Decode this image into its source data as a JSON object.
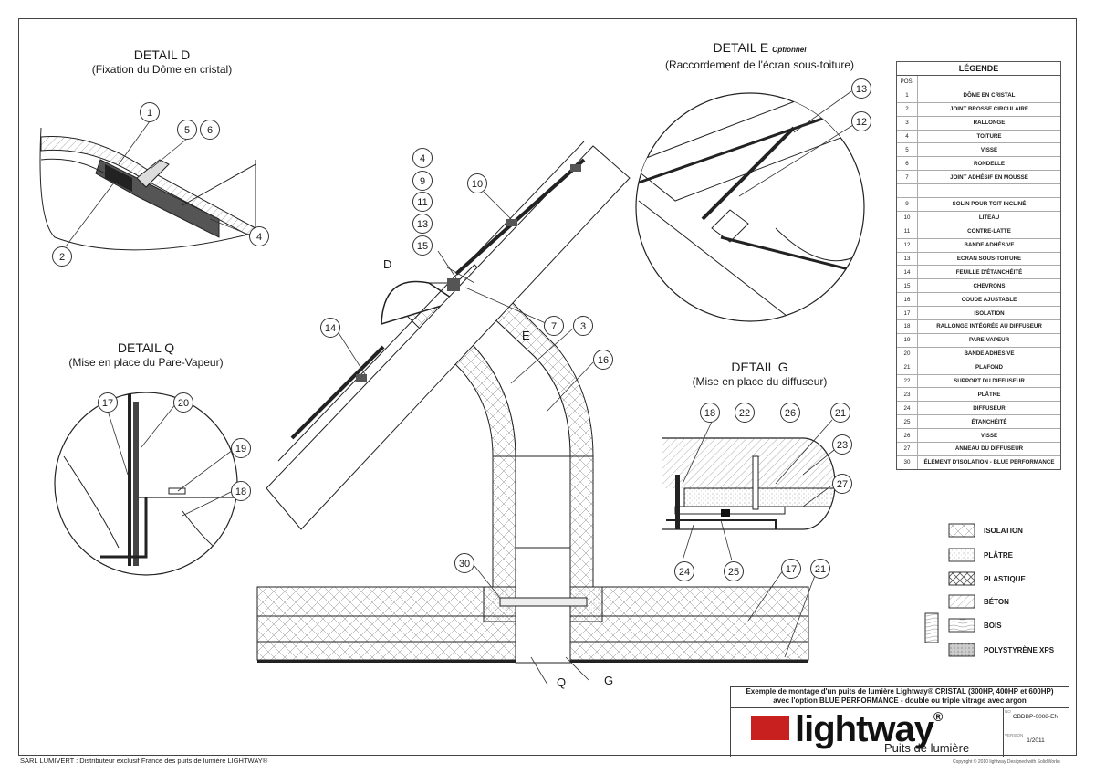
{
  "details": {
    "d": {
      "title": "DETAIL D",
      "subtitle": "(Fixation du Dôme en cristal)"
    },
    "e": {
      "title": "DETAIL E",
      "optional": "Optionnel",
      "subtitle": "(Raccordement de l'écran sous-toiture)"
    },
    "q": {
      "title": "DETAIL Q",
      "subtitle": "(Mise en place du Pare-Vapeur)"
    },
    "g": {
      "title": "DETAIL G",
      "subtitle": "(Mise en place du diffuseur)"
    }
  },
  "legend": {
    "title": "LÉGENDE",
    "pos_header": "POS.",
    "items": [
      {
        "pos": "1",
        "label": "DÔME EN CRISTAL"
      },
      {
        "pos": "2",
        "label": "JOINT BROSSE CIRCULAIRE"
      },
      {
        "pos": "3",
        "label": "RALLONGE"
      },
      {
        "pos": "4",
        "label": "TOITURE"
      },
      {
        "pos": "5",
        "label": "VISSE"
      },
      {
        "pos": "6",
        "label": "RONDELLE"
      },
      {
        "pos": "7",
        "label": "JOINT ADHÉSIF EN MOUSSE"
      },
      {
        "pos": "",
        "label": ""
      },
      {
        "pos": "9",
        "label": "SOLIN POUR TOIT INCLINÉ"
      },
      {
        "pos": "10",
        "label": "LITEAU"
      },
      {
        "pos": "11",
        "label": "CONTRE-LATTE"
      },
      {
        "pos": "12",
        "label": "BANDE ADHÉSIVE"
      },
      {
        "pos": "13",
        "label": "ECRAN SOUS-TOITURE"
      },
      {
        "pos": "14",
        "label": "FEUILLE D'ÉTANCHÉITÉ"
      },
      {
        "pos": "15",
        "label": "CHEVRONS"
      },
      {
        "pos": "16",
        "label": "COUDE AJUSTABLE"
      },
      {
        "pos": "17",
        "label": "ISOLATION"
      },
      {
        "pos": "18",
        "label": "RALLONGE INTÉGRÉE AU DIFFUSEUR"
      },
      {
        "pos": "19",
        "label": "PARE-VAPEUR"
      },
      {
        "pos": "20",
        "label": "BANDE ADHÉSIVE"
      },
      {
        "pos": "21",
        "label": "PLAFOND"
      },
      {
        "pos": "22",
        "label": "SUPPORT DU DIFFUSEUR"
      },
      {
        "pos": "23",
        "label": "PLÂTRE"
      },
      {
        "pos": "24",
        "label": "DIFFUSEUR"
      },
      {
        "pos": "25",
        "label": "ÉTANCHÉITÉ"
      },
      {
        "pos": "26",
        "label": "VISSE"
      },
      {
        "pos": "27",
        "label": "ANNEAU DU DIFFUSEUR"
      },
      {
        "pos": "30",
        "label": "ÉLÉMENT D'ISOLATION - BLUE PERFORMANCE"
      }
    ]
  },
  "materials": [
    "ISOLATION",
    "PLÂTRE",
    "PLASTIQUE",
    "BÉTON",
    "BOIS",
    "POLYSTYRÈNE XPS"
  ],
  "callouts": {
    "d": [
      "1",
      "5",
      "6",
      "2",
      "4"
    ],
    "e": [
      "13",
      "12"
    ],
    "q": [
      "17",
      "20",
      "19",
      "18"
    ],
    "g": [
      "18",
      "22",
      "26",
      "21",
      "23",
      "27",
      "24",
      "25"
    ],
    "main": [
      "4",
      "9",
      "11",
      "13",
      "15",
      "10",
      "14",
      "7",
      "3",
      "16",
      "30",
      "17",
      "21"
    ]
  },
  "letters": [
    "D",
    "E",
    "Q",
    "G"
  ],
  "title_block": {
    "description_line1": "Exemple de montage d'un puits de lumière Lightway® CRISTAL (300HP, 400HP et 600HP)",
    "description_line2": "avec l'option BLUE PERFORMANCE - double ou triple vitrage avec argon",
    "brand": "lightway",
    "registered": "®",
    "tagline": "Puits de lumière",
    "no_label": "NO",
    "no_value": "CBDBP-0008-EN",
    "version_label": "VERSION",
    "version_value": "1/2011"
  },
  "footer": "SARL LUMIVERT : Distributeur exclusif France des puits de lumière LIGHTWAY®",
  "copyright": "Copyright © 2010 lightway Designed with SolidWorks",
  "colors": {
    "accent": "#c8201e",
    "line": "#222222"
  }
}
